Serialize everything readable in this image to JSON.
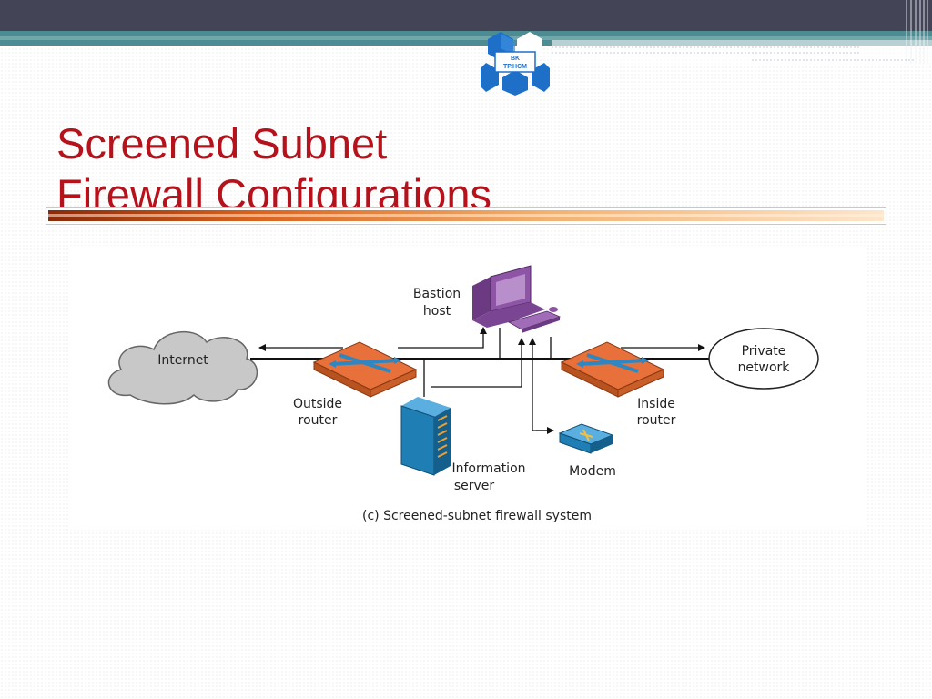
{
  "slide": {
    "logo_text_line1": "BK",
    "logo_text_line2": "TP.HCM",
    "title_line1": "Screened Subnet",
    "title_line2": "Firewall Configurations"
  },
  "diagram": {
    "nodes": {
      "internet": "Internet",
      "bastion_host_line1": "Bastion",
      "bastion_host_line2": "host",
      "outside_router_line1": "Outside",
      "outside_router_line2": "router",
      "inside_router_line1": "Inside",
      "inside_router_line2": "router",
      "private_network_line1": "Private",
      "private_network_line2": "network",
      "information_server_line1": "Information",
      "information_server_line2": "server",
      "modem": "Modem"
    },
    "caption": "(c) Screened-subnet firewall system"
  },
  "colors": {
    "title": "#b5121b",
    "top_bar": "#434557",
    "teal_bar": "#4d8c92",
    "router": "#e8703a",
    "router_arrows": "#2f86c0",
    "cloud": "#c8c8c8",
    "bastion": "#8e55a6",
    "server": "#1f7fb5",
    "logo": "#1e6fc8"
  }
}
